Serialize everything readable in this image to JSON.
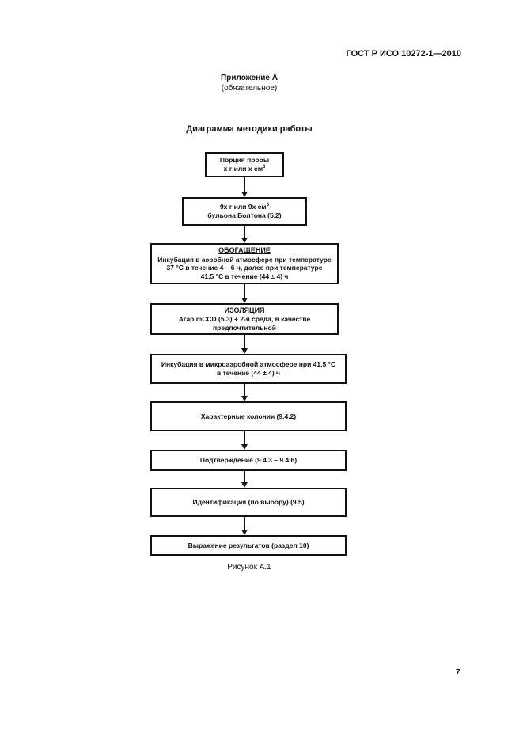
{
  "header": {
    "standard_number": "ГОСТ Р ИСО 10272-1—2010"
  },
  "appendix": {
    "title": "Приложение А",
    "status": "(обязательное)"
  },
  "diagram": {
    "title": "Диаграмма методики работы"
  },
  "flow": {
    "step1": {
      "line1": "Порция пробы",
      "line2": "x г или x см",
      "sup": "3"
    },
    "step2": {
      "line1": "9x г или 9x см",
      "sup": "3",
      "line2": "бульона Болтона (5.2)"
    },
    "step3": {
      "title": "ОБОГАЩЕНИЕ",
      "line1": "Инкубация в аэробной атмосфере при температуре",
      "line2": "37 °C в течение 4 – 6 ч, далее при температуре",
      "line3": "41,5 °C в течение (44 ± 4) ч"
    },
    "step4": {
      "title": "ИЗОЛЯЦИЯ",
      "line1": "Агар mCCD (5.3) + 2-я среда, в качестве",
      "line2": "предпочтительной"
    },
    "step5": {
      "line1": "Инкубация в микроаэробной атмосфере при 41,5 °C",
      "line2": "в течение (44 ± 4) ч"
    },
    "step6": {
      "text": "Характерные колонии (9.4.2)"
    },
    "step7": {
      "text": "Подтверждение (9.4.3 – 9.4.6)"
    },
    "step8": {
      "text": "Идентификация (по выбору) (9.5)"
    },
    "step9": {
      "text": "Выражение результатов (раздел 10)"
    }
  },
  "figure": {
    "caption": "Рисунок А.1"
  },
  "footer": {
    "page_number": "7"
  }
}
